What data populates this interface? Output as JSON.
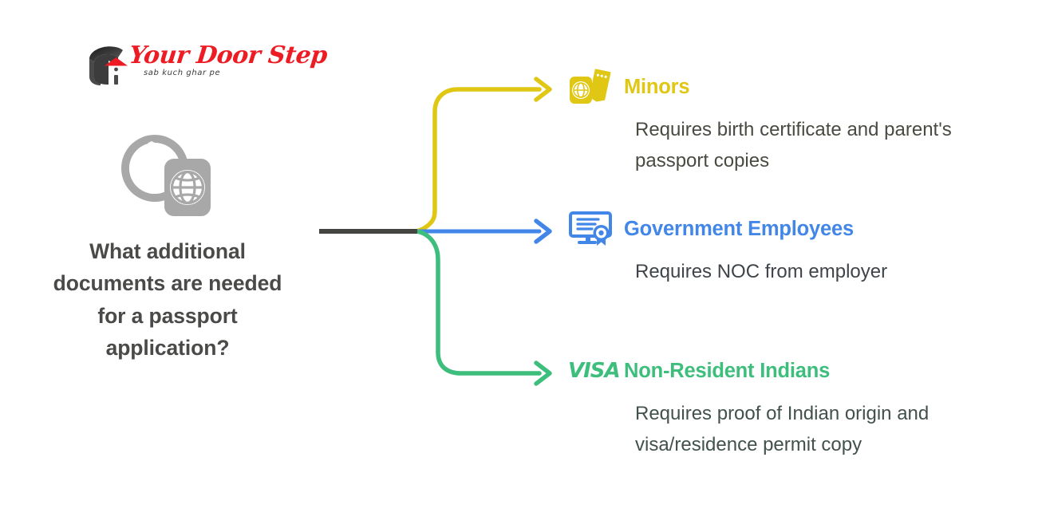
{
  "brand": {
    "name": "Your Door Step",
    "tagline": "sab kuch ghar pe",
    "logo_icon": "house-logo-icon",
    "wordmark_color": "#ED1C24"
  },
  "topic": {
    "icon": "globe-passport-icon",
    "title": "What additional documents are needed for a passport application?",
    "title_color": "#4a4a48",
    "trunk_color": "#454541"
  },
  "branches": [
    {
      "id": "minors",
      "icon": "passport-boarding-pass-icon",
      "title": "Minors",
      "description": "Requires birth certificate and parent's passport copies",
      "color": "#E0C714"
    },
    {
      "id": "government-employees",
      "icon": "certificate-seal-icon",
      "title": "Government Employees",
      "description": "Requires NOC from employer",
      "color": "#4286E8"
    },
    {
      "id": "non-resident-indians",
      "icon": "visa-wordmark-icon",
      "icon_text": "VISA",
      "title": "Non-Resident Indians",
      "description": "Requires proof of Indian origin and visa/residence permit copy",
      "color": "#3DBE7C"
    }
  ]
}
